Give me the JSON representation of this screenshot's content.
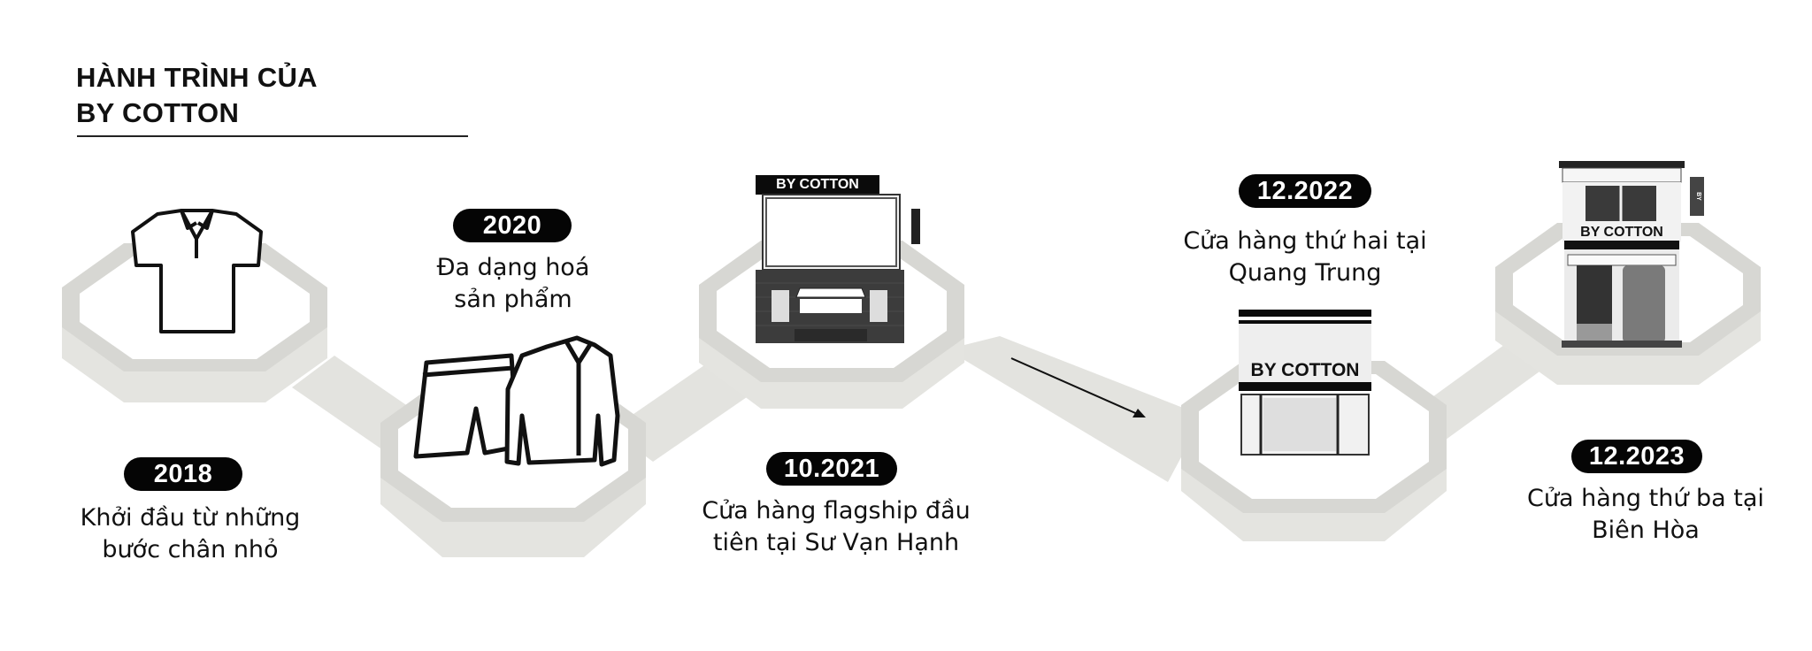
{
  "title": {
    "line1": "HÀNH TRÌNH CỦA",
    "line2": "BY COTTON"
  },
  "brand": {
    "sign_text": "BY COTTON"
  },
  "milestones": [
    {
      "date": "2018",
      "line1": "Khởi đầu từ những",
      "line2": "bước chân nhỏ",
      "icon": "polo-shirt-icon"
    },
    {
      "date": "2020",
      "line1": "Đa dạng hoá",
      "line2": "sản phẩm",
      "icon": "shorts-and-shirt-icon"
    },
    {
      "date": "10.2021",
      "line1": "Cửa hàng flagship đầu",
      "line2": "tiên tại Sư Vạn Hạnh",
      "icon": "flagship-store-icon"
    },
    {
      "date": "12.2022",
      "line1": "Cửa hàng thứ hai tại",
      "line2": "Quang Trung",
      "icon": "second-store-icon"
    },
    {
      "date": "12.2023",
      "line1": "Cửa hàng thứ ba tại",
      "line2": "Biên Hòa",
      "icon": "third-store-icon"
    }
  ],
  "colors": {
    "badge": "#050505",
    "platform": "#e6e6e3",
    "platform_shadow": "#dcdcd8",
    "platform_edge": "#cfcfcb"
  }
}
